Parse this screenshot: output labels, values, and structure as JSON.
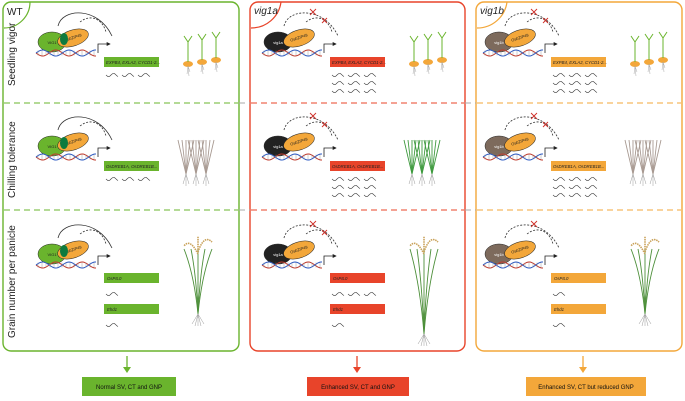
{
  "headers": {
    "wt": "WT",
    "vig1a": "vig1a",
    "vig1b": "vig1b"
  },
  "row_labels": {
    "r1": "Seedling vigor",
    "r2": "Chilling tolerance",
    "r3": "Grain number per panicle"
  },
  "proteins": {
    "wt_vig1": "VIG1",
    "vig1a": "vig1a",
    "vig1b": "vig1b",
    "partner": "OsbZIP49"
  },
  "genes": {
    "sv": "EXPB4, EXLA2, CYCD1-2...",
    "ct": "OsDREB1A, OsDREB1B...",
    "gnp_1": "OsPIL0",
    "gnp_2": "Ehd1"
  },
  "summaries": {
    "wt": "Normal SV, CT and GNP",
    "vig1a": "Enhanced SV, CT and GNP",
    "vig1b": "Enhanced SV, CT but reduced GNP"
  },
  "colors": {
    "wt": "#6ab42d",
    "vig1a": "#e8442a",
    "vig1b": "#f3a73a",
    "mutant_dark": "#222222",
    "mutant_brown": "#7d6a5c",
    "dna_red": "#c0392b",
    "dna_blue": "#2b59c3"
  }
}
